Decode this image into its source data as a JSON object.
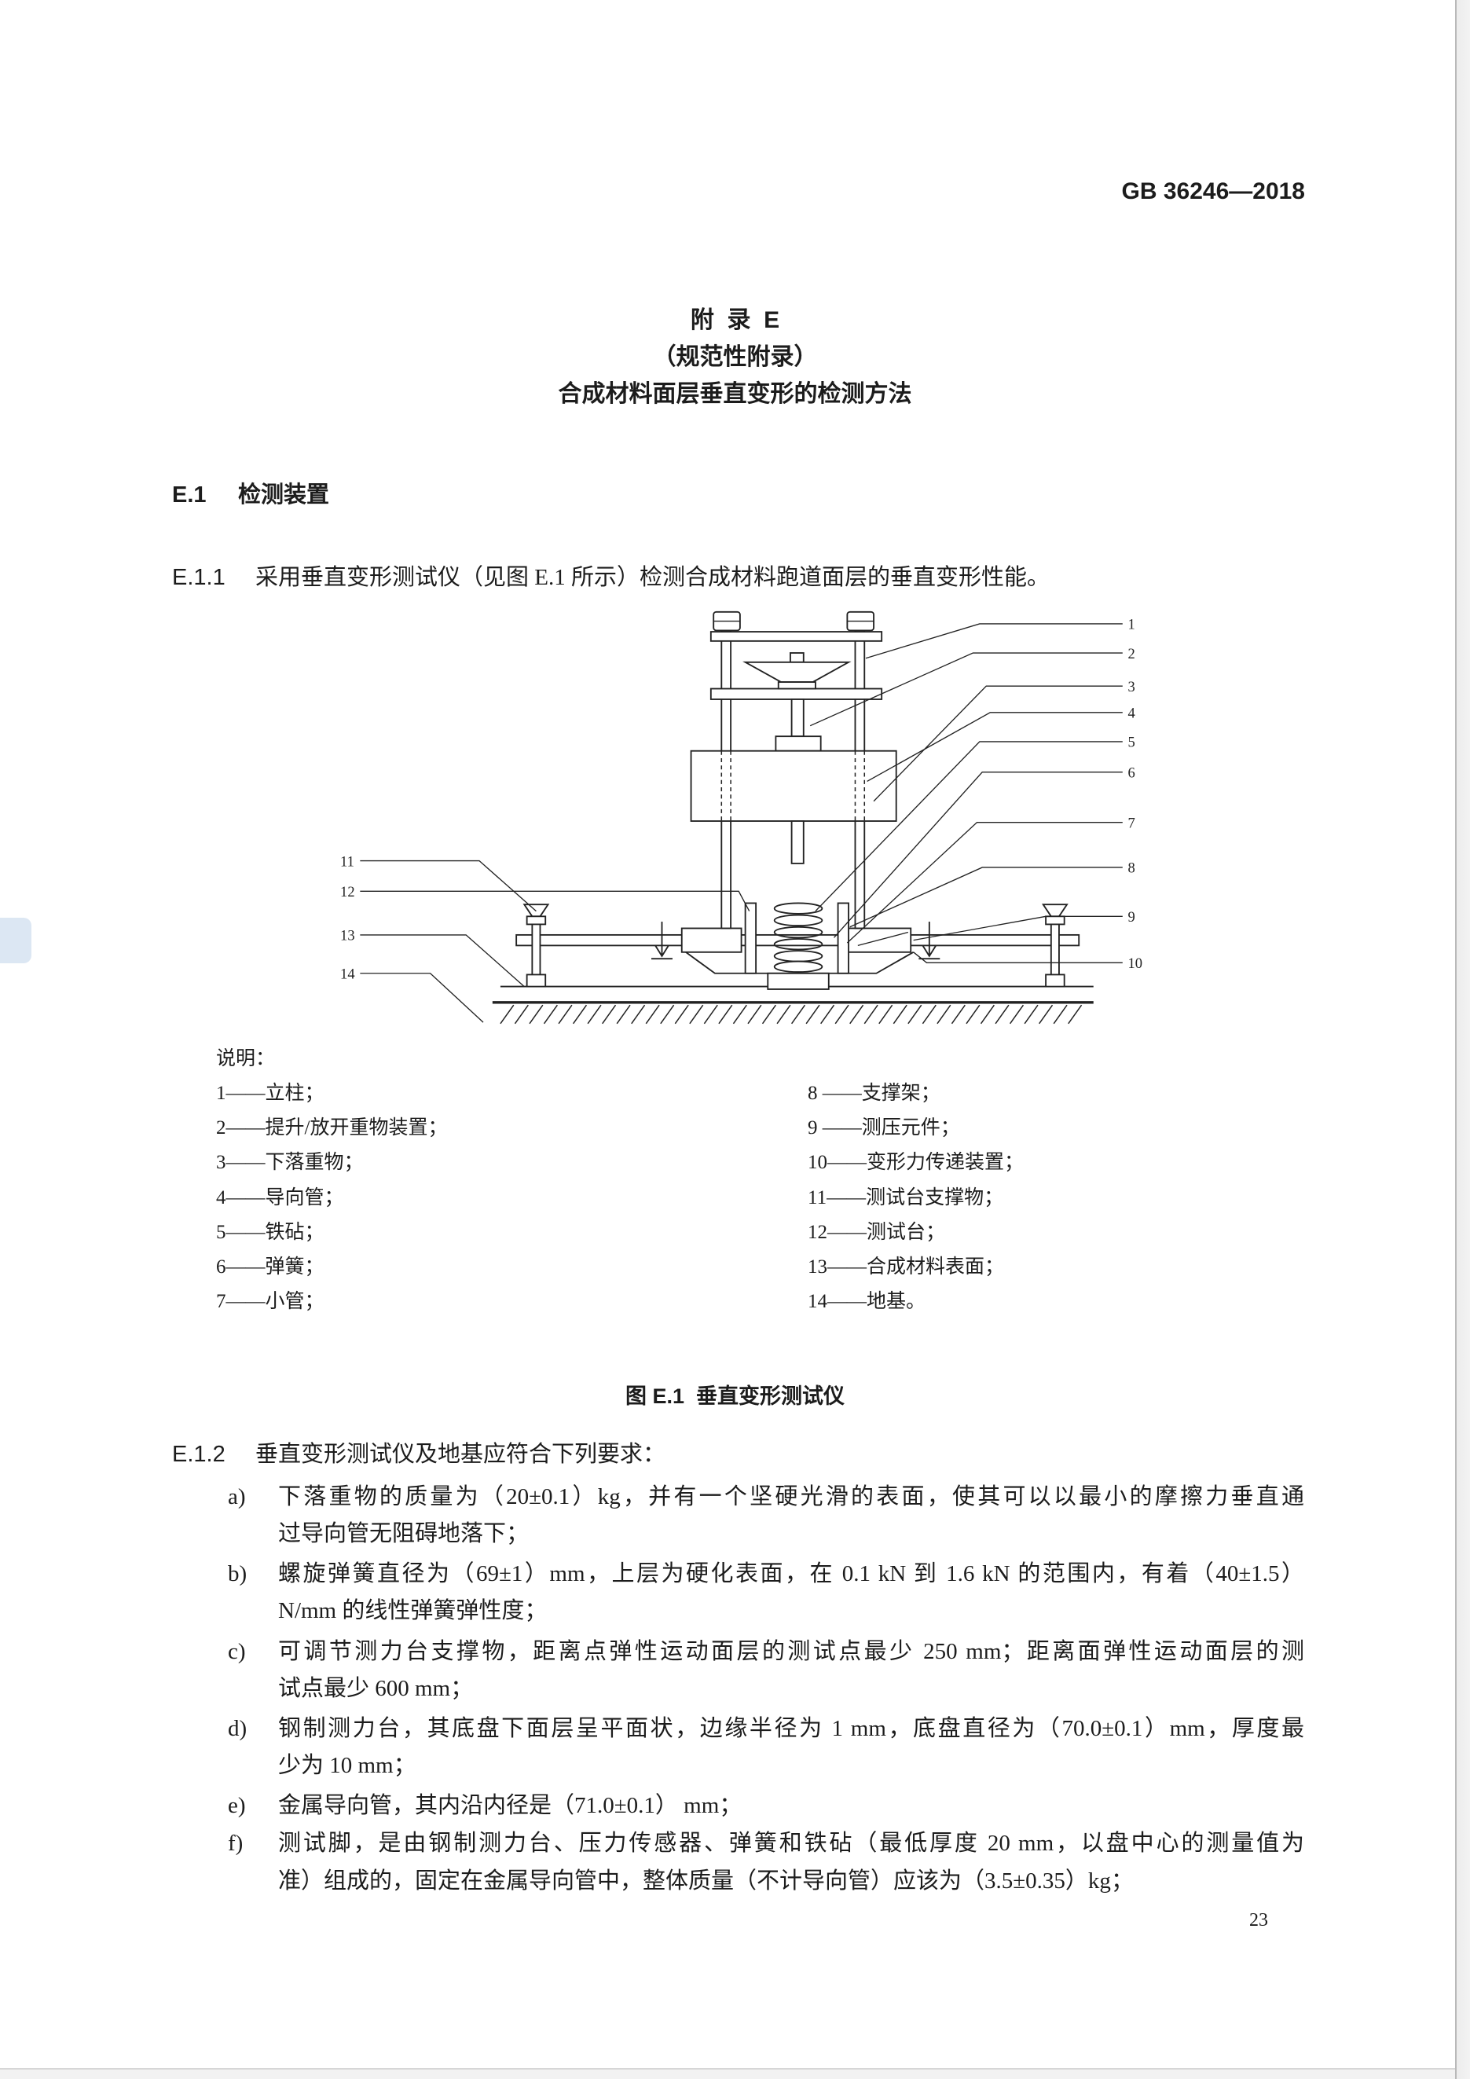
{
  "header": {
    "standard_no": "GB 36246—2018"
  },
  "annex": {
    "label": "附  录  E",
    "type": "（规范性附录）",
    "title": "合成材料面层垂直变形的检测方法"
  },
  "section_e1": {
    "number": "E.1",
    "title": "检测装置"
  },
  "clause_e1_1": {
    "number": "E.1.1",
    "text": "采用垂直变形测试仪（见图 E.1 所示）检测合成材料跑道面层的垂直变形性能。"
  },
  "figure": {
    "callouts": [
      "1",
      "2",
      "3",
      "4",
      "5",
      "6",
      "7",
      "8",
      "9",
      "10",
      "11",
      "12",
      "13",
      "14"
    ],
    "legend_title": "说明：",
    "legend": [
      "1——立柱；",
      "2——提升/放开重物装置；",
      "3——下落重物；",
      "4——导向管；",
      "5——铁砧；",
      "6——弹簧；",
      "7——小管；",
      "8 ——支撑架；",
      "9 ——测压元件；",
      "10——变形力传递装置；",
      "11——测试台支撑物；",
      "12——测试台；",
      "13——合成材料表面；",
      "14——地基。"
    ],
    "caption": "图 E.1  垂直变形测试仪"
  },
  "clause_e1_2": {
    "number": "E.1.2",
    "text": "垂直变形测试仪及地基应符合下列要求：",
    "items": [
      {
        "label": "a)",
        "lines": [
          "下落重物的质量为（20±0.1）kg，并有一个坚硬光滑的表面，使其可以以最小的摩擦力垂直通",
          "过导向管无阻碍地落下；"
        ]
      },
      {
        "label": "b)",
        "lines": [
          "螺旋弹簧直径为（69±1）mm，上层为硬化表面，在 0.1 kN 到 1.6 kN 的范围内，有着（40±1.5）",
          "N/mm 的线性弹簧弹性度；"
        ]
      },
      {
        "label": "c)",
        "lines": [
          "可调节测力台支撑物，距离点弹性运动面层的测试点最少 250 mm；距离面弹性运动面层的测",
          "试点最少 600 mm；"
        ]
      },
      {
        "label": "d)",
        "lines": [
          "钢制测力台，其底盘下面层呈平面状，边缘半径为 1 mm，底盘直径为（70.0±0.1）mm，厚度最",
          "少为 10 mm；"
        ]
      },
      {
        "label": "e)",
        "lines": [
          "金属导向管，其内沿内径是（71.0±0.1） mm；"
        ]
      },
      {
        "label": "f)",
        "lines": [
          "测试脚，是由钢制测力台、压力传感器、弹簧和铁砧（最低厚度 20 mm，以盘中心的测量值为",
          "准）组成的，固定在金属导向管中，整体质量（不计导向管）应该为（3.5±0.35）kg；"
        ]
      }
    ]
  },
  "page_number": "23"
}
